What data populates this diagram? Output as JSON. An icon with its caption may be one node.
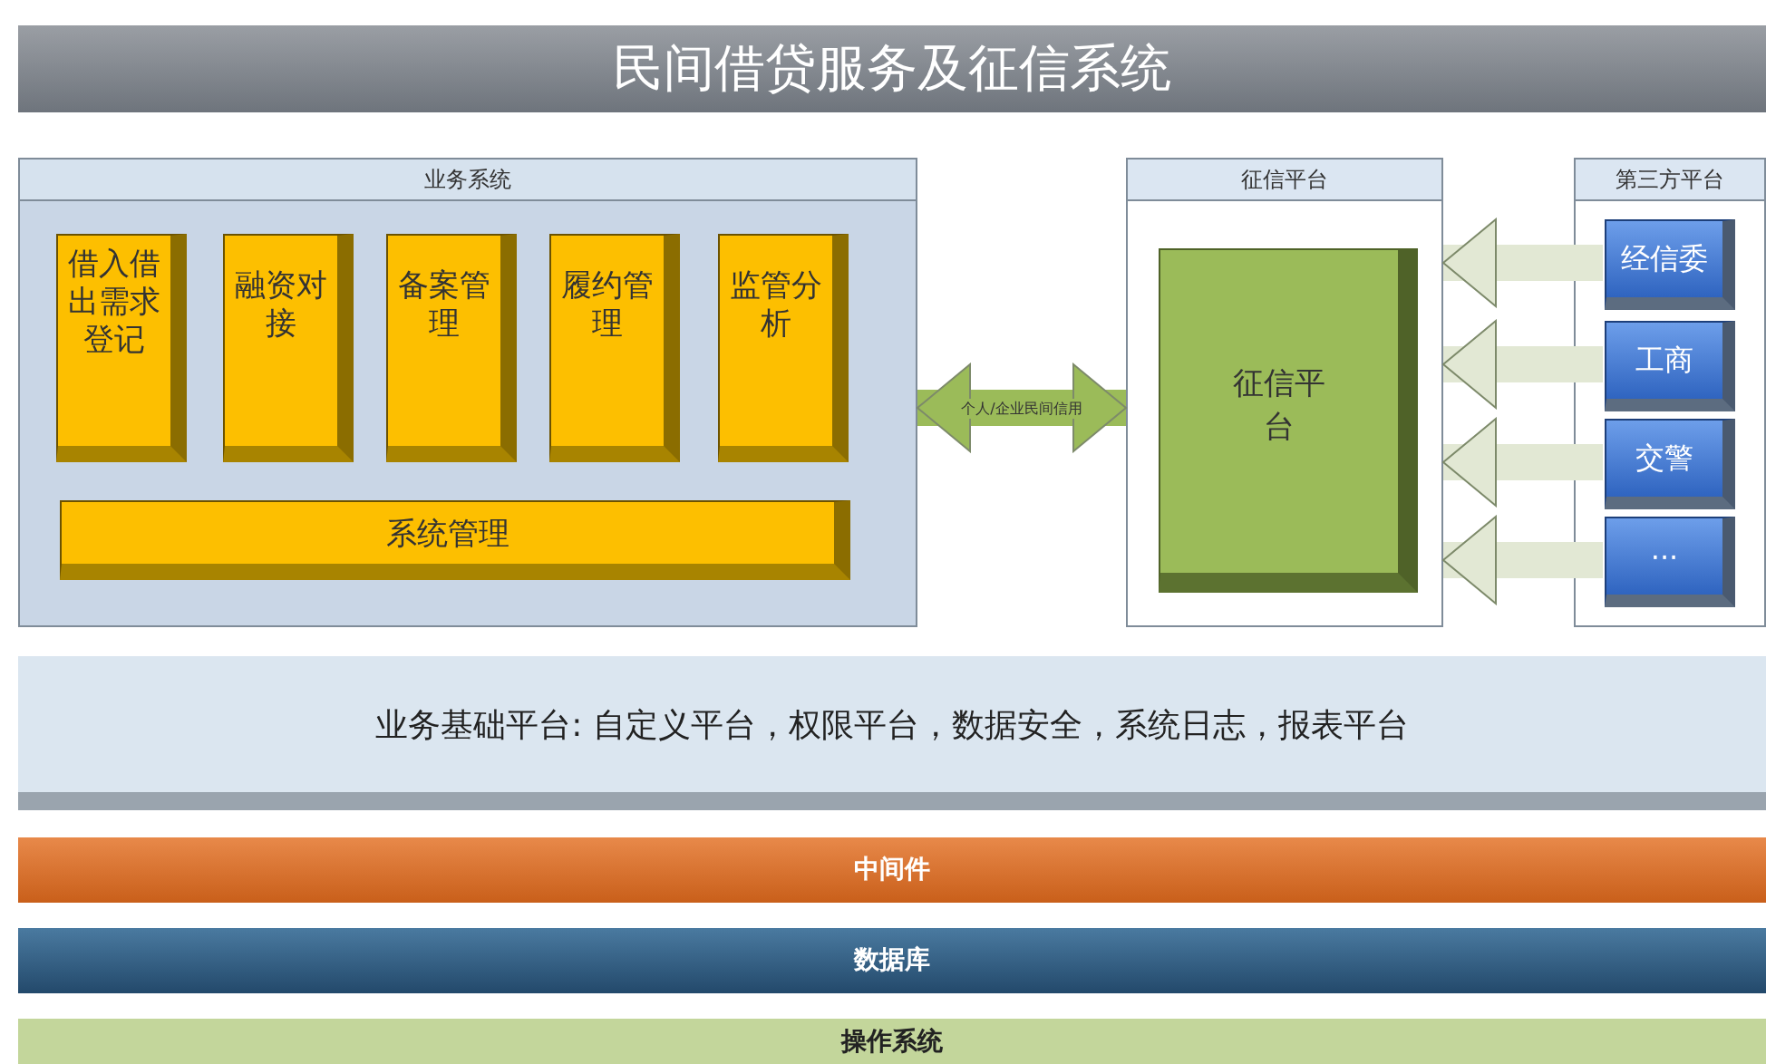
{
  "diagram": {
    "title": "民间借贷服务及征信系统",
    "nodes": [
      {
        "text": [
          "业务系统"
        ]
      },
      {
        "text": [
          "借入借出需求登记"
        ],
        "in": 0
      },
      {
        "text": [
          "融资对接"
        ],
        "in": 0
      },
      {
        "text": [
          "备案管理"
        ],
        "in": 0
      },
      {
        "text": [
          "履约管理"
        ],
        "in": 0
      },
      {
        "text": [
          "监管分析"
        ],
        "in": 0
      },
      {
        "text": [
          "系统管理"
        ],
        "in": 0
      },
      {
        "text": [
          "征信平台"
        ]
      },
      {
        "text": [
          "征信平台"
        ],
        "in": 7
      },
      {
        "text": [
          "第三方平台"
        ]
      },
      {
        "text": [
          "经信委"
        ],
        "in": 9
      },
      {
        "text": [
          "工商"
        ],
        "in": 9
      },
      {
        "text": [
          "交警"
        ],
        "in": 9
      },
      {
        "text": [
          "···"
        ],
        "in": 9
      },
      {
        "text": [
          "业务基础平台: 自定义平台，权限平台，数据安全，系统日志，报表平台"
        ]
      },
      {
        "text": [
          "中间件"
        ]
      },
      {
        "text": [
          "数据库"
        ]
      },
      {
        "text": [
          "操作系统"
        ]
      }
    ],
    "edges": [
      {
        "from": 0,
        "to": 7,
        "arrow": "both",
        "label": "个人/企业民间信用",
        "color": "#9bbb59"
      },
      {
        "from": 10,
        "to": 7,
        "arrow": "to"
      },
      {
        "from": 11,
        "to": 7,
        "arrow": "to"
      },
      {
        "from": 12,
        "to": 7,
        "arrow": "to"
      },
      {
        "from": 13,
        "to": 7,
        "arrow": "to"
      }
    ]
  }
}
